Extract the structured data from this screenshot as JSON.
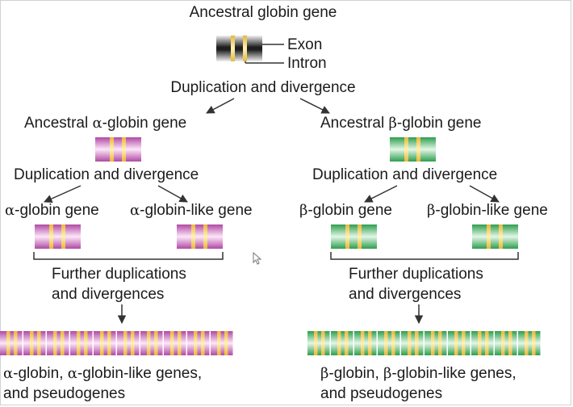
{
  "colors": {
    "exon_dark": "#2c2c2c",
    "intron": "#f2c94c",
    "alpha": "#b04aa5",
    "beta": "#2e9e4f",
    "line": "#333333"
  },
  "title": "Ancestral globin gene",
  "legend": {
    "exon": "Exon",
    "intron": "Intron"
  },
  "dup1": "Duplication and divergence",
  "alpha": {
    "ancestral": {
      "pre": "Ancestral ",
      "greek": "α",
      "post": "-globin gene"
    },
    "dup": "Duplication and divergence",
    "gene": {
      "greek": "α",
      "post": "-globin gene"
    },
    "like": {
      "greek": "α",
      "post": "-globin-like gene"
    },
    "further": "Further duplications\nand divergences",
    "result_line1_a": "-globin, ",
    "result_line1_b": "-globin-like genes,",
    "result_line2": "and pseudogenes",
    "greek": "α"
  },
  "beta": {
    "ancestral": {
      "pre": "Ancestral ",
      "greek": "β",
      "post": "-globin gene"
    },
    "dup": "Duplication and divergence",
    "gene": {
      "greek": "β",
      "post": "-globin gene"
    },
    "like": {
      "greek": "β",
      "post": "-globin-like gene"
    },
    "further": "Further duplications\nand divergences",
    "result_line1_a": "-globin, ",
    "result_line1_b": "-globin-like genes,",
    "result_line2": "and pseudogenes",
    "greek": "β"
  },
  "icons": {
    "cursor": "mouse-pointer-icon"
  }
}
